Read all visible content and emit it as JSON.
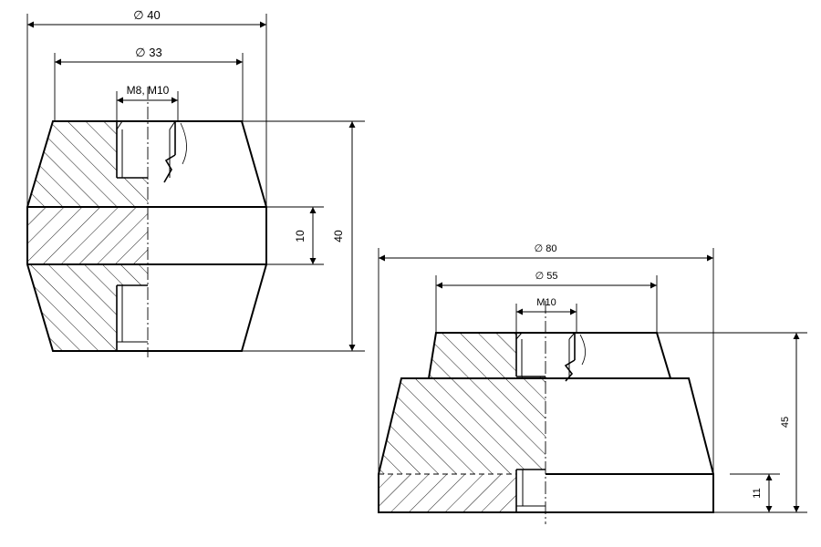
{
  "part_a": {
    "dim_outer_diameter": "∅ 40",
    "dim_inner_diameter": "∅ 33",
    "dim_thread": "M8, M10",
    "dim_bore_height": "10",
    "dim_total_height": "40"
  },
  "part_b": {
    "dim_outer_diameter": "∅ 80",
    "dim_top_diameter": "∅ 55",
    "dim_thread": "M10",
    "dim_total_height": "45",
    "dim_base_height": "11"
  }
}
